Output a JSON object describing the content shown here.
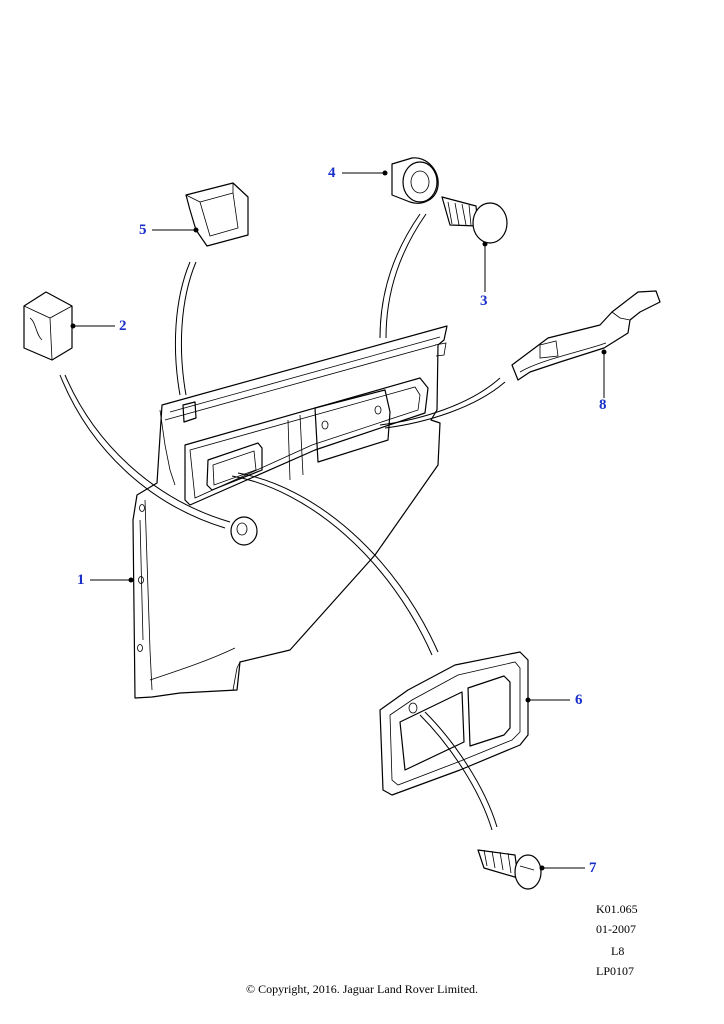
{
  "callouts": {
    "c1": "1",
    "c2": "2",
    "c3": "3",
    "c4": "4",
    "c5": "5",
    "c6": "6",
    "c7": "7",
    "c8": "8"
  },
  "reference": {
    "code": "K01.065",
    "date": "01-2007",
    "model": "L8",
    "page": "LP0107"
  },
  "copyright": "© Copyright, 2016. Jaguar Land Rover Limited.",
  "colors": {
    "callout": "#1a2fc9",
    "line": "#000000"
  }
}
